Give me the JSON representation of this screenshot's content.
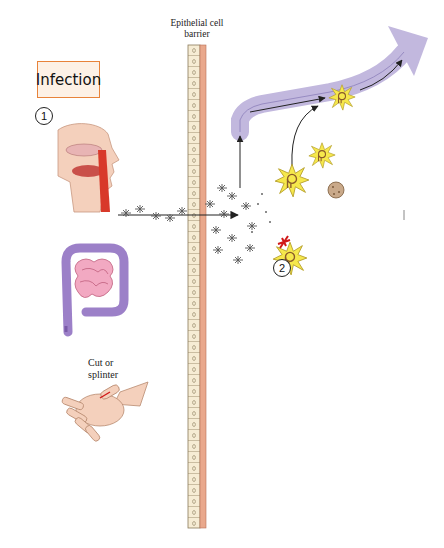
{
  "diagram": {
    "nodes": [
      {
        "text": [
          "Infection"
        ]
      },
      {
        "text": [
          "1"
        ]
      },
      {
        "text": [
          "2"
        ]
      }
    ],
    "labels": [
      "Epithelial cell barrier",
      "Cut or splinter"
    ]
  }
}
